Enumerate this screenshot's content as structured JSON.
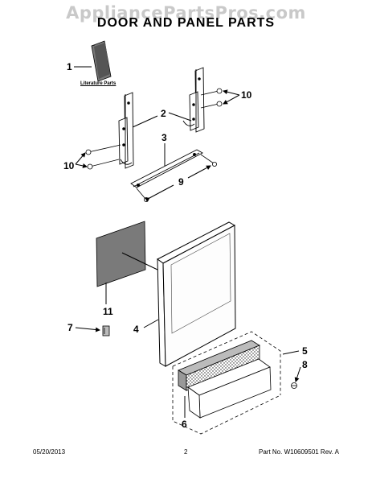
{
  "watermark": "AppliancePartsPros.com",
  "title": "DOOR AND PANEL PARTS",
  "literature_label": "Literature Parts",
  "callouts": {
    "c1": "1",
    "c2": "2",
    "c3": "3",
    "c4": "4",
    "c5": "5",
    "c6": "6",
    "c7": "7",
    "c8": "8",
    "c9": "9",
    "c10a": "10",
    "c10b": "10",
    "c11": "11"
  },
  "footer": {
    "date": "05/20/2013",
    "page": "2",
    "part_no": "Part No.  W10609501  Rev.  A"
  }
}
